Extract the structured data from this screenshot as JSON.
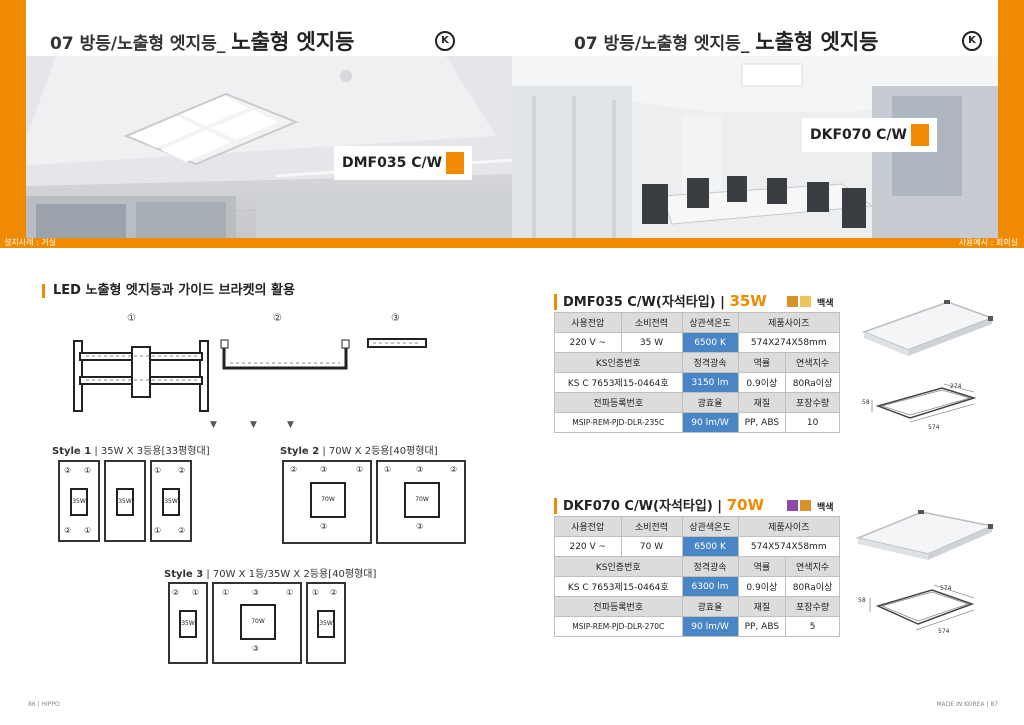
{
  "header": {
    "left_title_prefix": "07 방등/노출형 엣지등_ ",
    "left_title_main": "노출형 엣지등",
    "right_title_prefix": "07 방등/노출형 엣지등_ ",
    "right_title_main": "노출형 엣지등",
    "kc_mark": "K"
  },
  "photos": {
    "left_label": "DMF035 C/W",
    "right_label": "DKF070 C/W",
    "left_caption": "설치사례 : 거실",
    "right_caption": "사용예시 : 회의실"
  },
  "guide": {
    "heading": "LED 노출형 엣지등과 가이드 브라켓의 활용",
    "numbers": [
      "①",
      "②",
      "③"
    ],
    "arrows": [
      "▼",
      "▼",
      "▼"
    ],
    "style1_label": "Style 1",
    "style1_desc": "35W X 3등용[33평형대]",
    "style2_label": "Style 2",
    "style2_desc": "70W X 2등용[40평형대]",
    "style3_label": "Style 3",
    "style3_desc": "70W X 1등/35W X 2등용[40평형대]",
    "w35": "35W",
    "w70": "70W"
  },
  "products": [
    {
      "title": "DMF035 C/W(자석타입)",
      "watt": "35W",
      "color_label": "백색",
      "swatches": [
        "#d8922a",
        "#ecc65a"
      ],
      "headers1": [
        "사용전압",
        "소비전력",
        "상관색온도",
        "제품사이즈"
      ],
      "row1": [
        "220 V ~",
        "35 W",
        "6500 K",
        "574X274X58mm"
      ],
      "headers2": [
        "KS인증번호",
        "정격광속",
        "역률",
        "연색지수"
      ],
      "row2": [
        "KS C 7653제15-0464호",
        "3150 lm",
        "0.9이상",
        "80Ra이상"
      ],
      "headers3": [
        "전파등록번호",
        "광효율",
        "재질",
        "포장수량"
      ],
      "row3": [
        "MSIP-REM-PJD-DLR-235C",
        "90 lm/W",
        "PP, ABS",
        "10"
      ],
      "dims": [
        "274",
        "58",
        "574"
      ]
    },
    {
      "title": "DKF070 C/W(자석타입)",
      "watt": "70W",
      "color_label": "백색",
      "swatches": [
        "#8e4aa6",
        "#d8922a"
      ],
      "headers1": [
        "사용전압",
        "소비전력",
        "상관색온도",
        "제품사이즈"
      ],
      "row1": [
        "220 V ~",
        "70 W",
        "6500 K",
        "574X574X58mm"
      ],
      "headers2": [
        "KS인증번호",
        "정격광속",
        "역률",
        "연색지수"
      ],
      "row2": [
        "KS C 7653제15-0464호",
        "6300 lm",
        "0.9이상",
        "80Ra이상"
      ],
      "headers3": [
        "전파등록번호",
        "광효율",
        "재질",
        "포장수량"
      ],
      "row3": [
        "MSIP-REM-PJD-DLR-270C",
        "90 lm/W",
        "PP, ABS",
        "5"
      ],
      "dims": [
        "574",
        "58",
        "574"
      ]
    }
  ],
  "footer": {
    "left": "86 | HIPPO",
    "right": "MADE IN KOREA | 87"
  }
}
